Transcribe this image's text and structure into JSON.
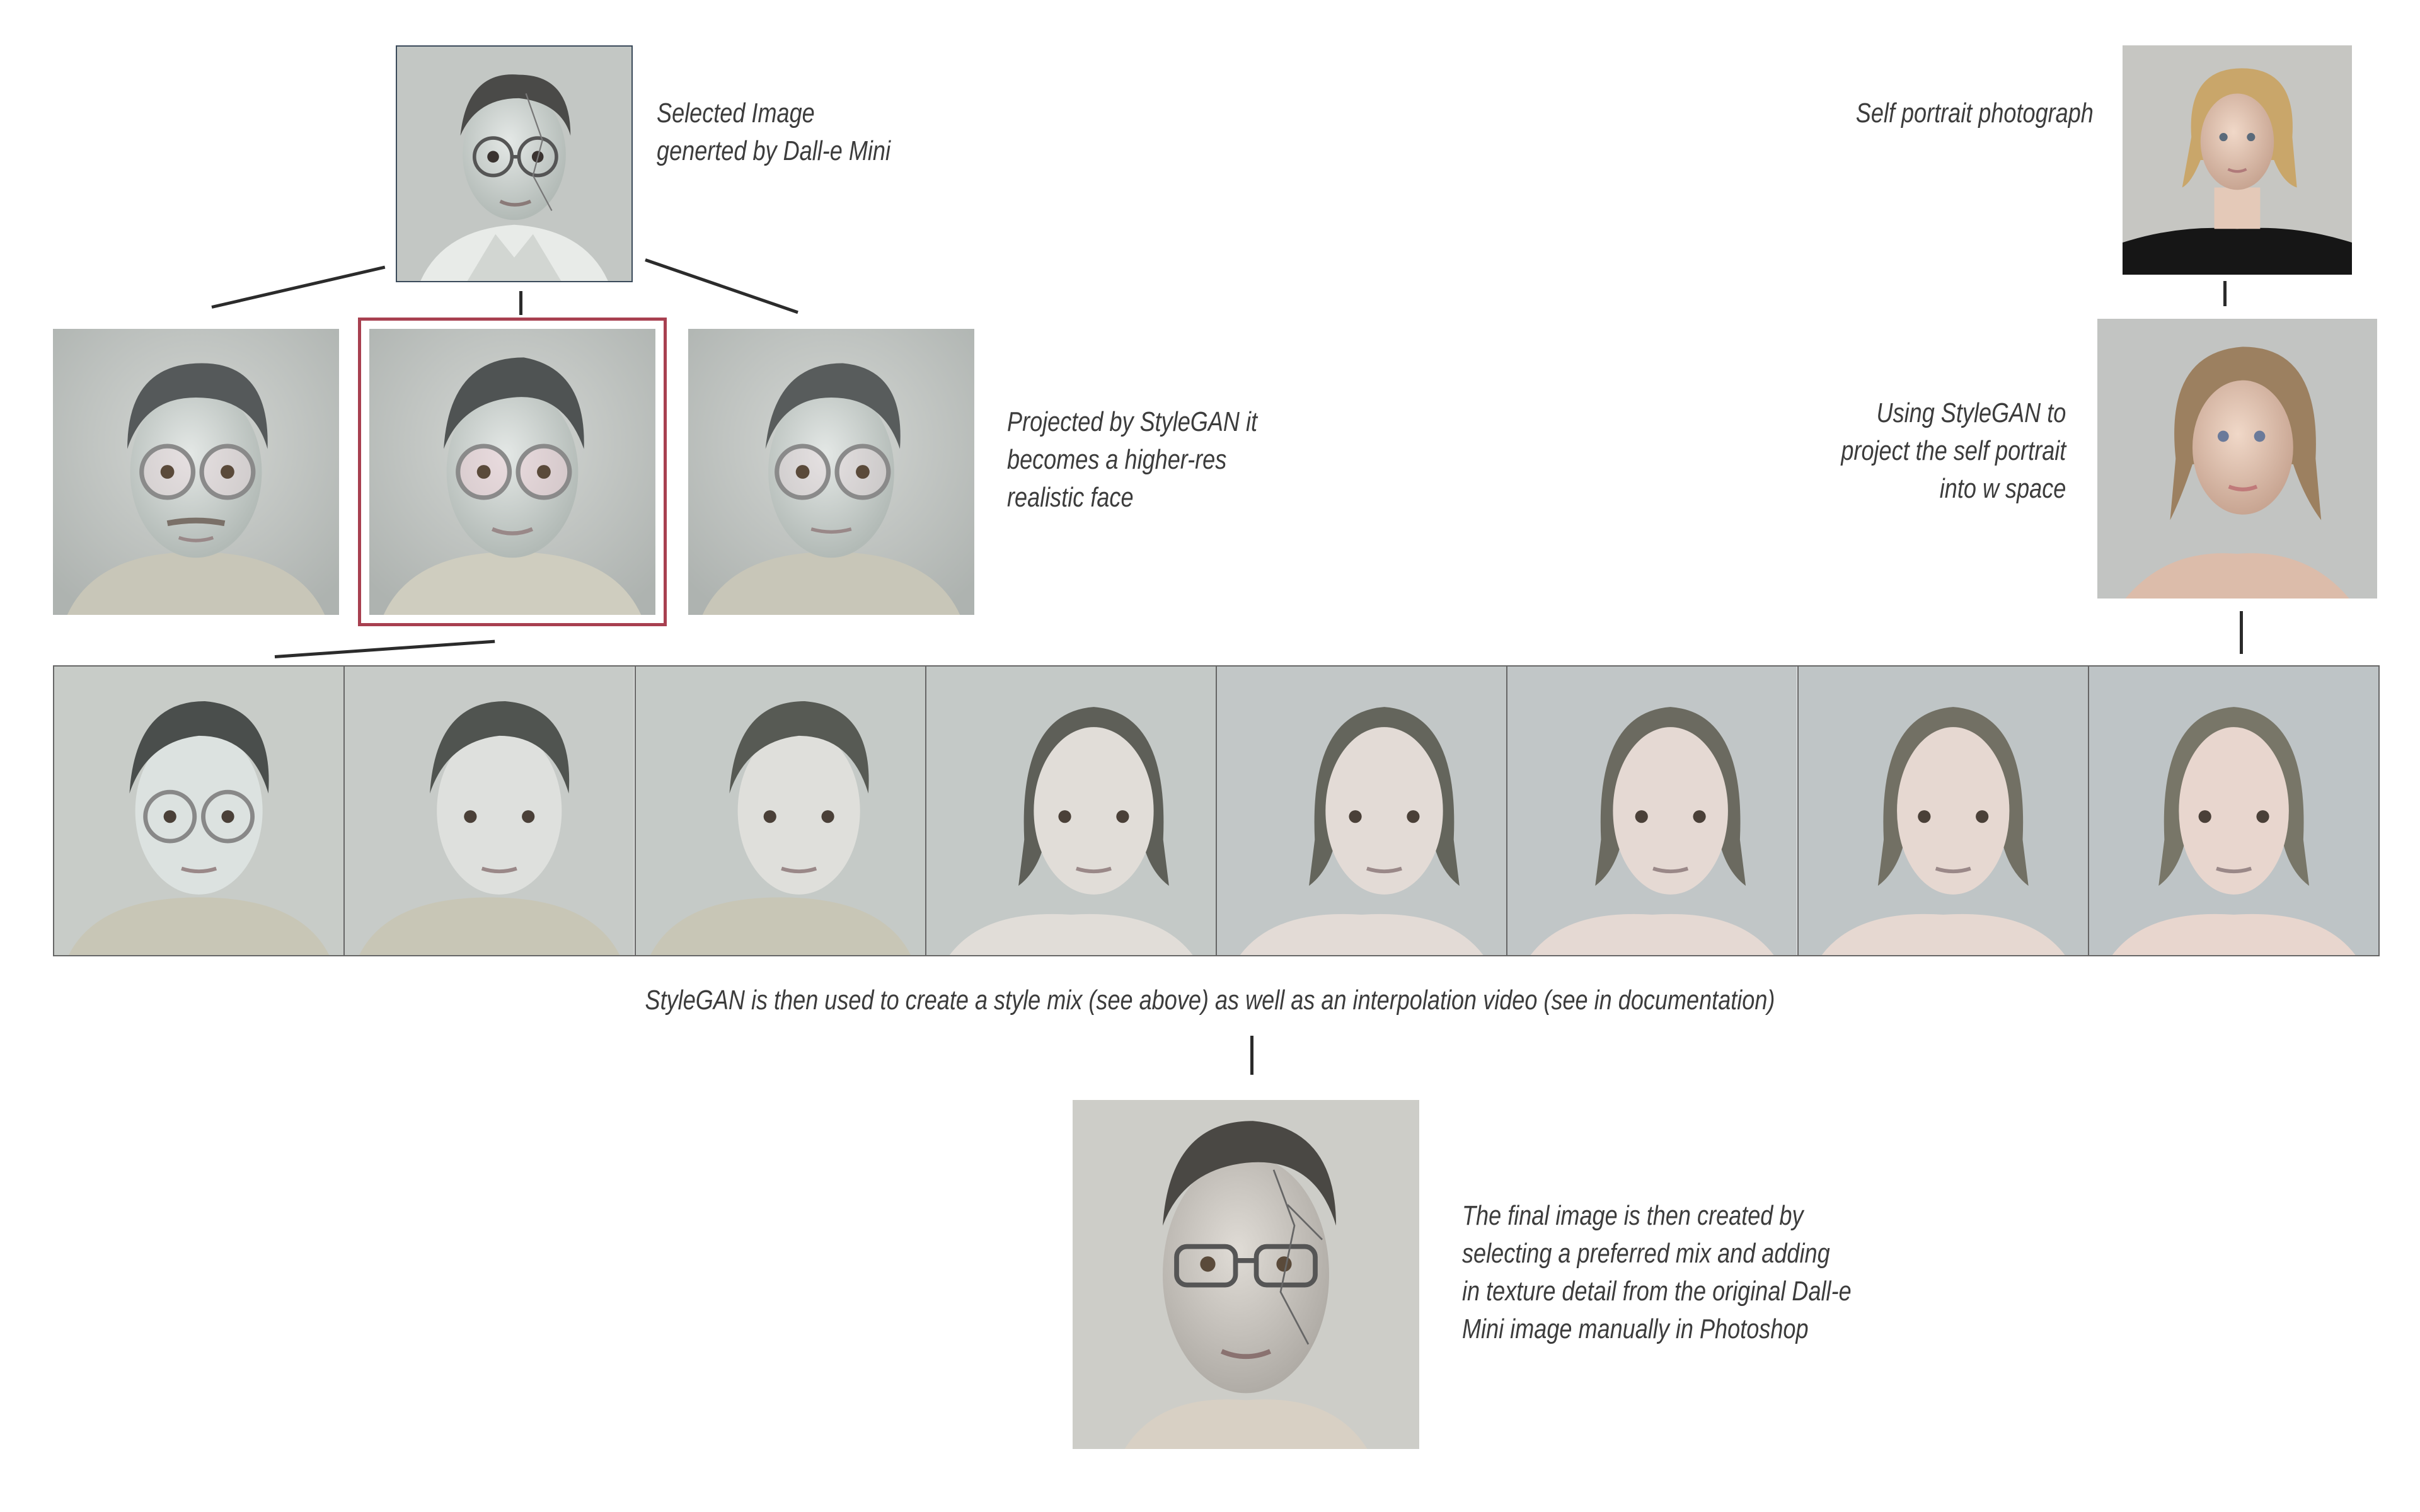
{
  "captions": {
    "selected_image": "Selected Image\ngenerted by Dall-e Mini",
    "projected": "Projected by StyleGAN it\nbecomes a higher-res\nrealistic face",
    "self_portrait": "Self portrait photograph",
    "project_self": "Using StyleGAN to\nproject the self portrait\ninto w space",
    "style_mix": "StyleGAN is then used to create a style mix (see above) as well as an interpolation video (see in documentation)",
    "final": "The final image is then created by\nselecting a preferred mix and adding\nin texture detail from the original Dall-e\nMini image manually in Photoshop"
  },
  "images": {
    "dalle_source": {
      "kind": "dalle-mini-portrait",
      "glasses": true
    },
    "projections": [
      {
        "kind": "stylegan-projection",
        "glasses": true,
        "selected": false
      },
      {
        "kind": "stylegan-projection",
        "glasses": true,
        "selected": true
      },
      {
        "kind": "stylegan-projection",
        "glasses": true,
        "selected": false
      }
    ],
    "self_portrait_photo": {
      "kind": "photograph",
      "hair": "blonde",
      "top": "black"
    },
    "self_projection": {
      "kind": "stylegan-projection",
      "hair": "blonde"
    },
    "interpolation_frames": [
      {
        "mix": 0.0,
        "glasses": true
      },
      {
        "mix": 0.14,
        "glasses": false
      },
      {
        "mix": 0.29,
        "glasses": false
      },
      {
        "mix": 0.43,
        "glasses": false
      },
      {
        "mix": 0.57,
        "glasses": false
      },
      {
        "mix": 0.71,
        "glasses": false
      },
      {
        "mix": 0.86,
        "glasses": false
      },
      {
        "mix": 1.0,
        "glasses": false
      }
    ],
    "final_image": {
      "kind": "final-composite",
      "glasses": true
    }
  },
  "colors": {
    "highlight": "#a84050",
    "connector": "#2b2b2b",
    "background_gray": "#c9ccc9"
  }
}
